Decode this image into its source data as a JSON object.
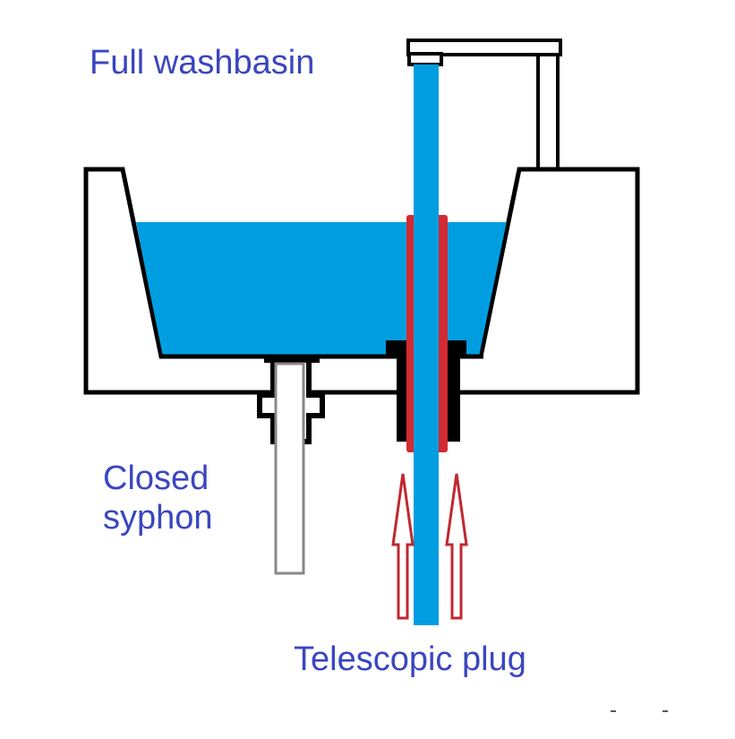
{
  "labels": {
    "full_washbasin": "Full washbasin",
    "closed_syphon": "Closed syphon",
    "telescopic_plug": "Telescopic plug"
  },
  "colors": {
    "water": "#009ee0",
    "outline": "#000000",
    "plug_tube": "#d42a32",
    "arrow": "#c02830",
    "syphon_pipe": "#888888",
    "label_text": "#3a46c0"
  },
  "components": [
    {
      "id": "faucet",
      "description": "Faucet spout above basin"
    },
    {
      "id": "water-stream",
      "description": "Water falling from faucet through plug"
    },
    {
      "id": "basin",
      "description": "Washbasin filled with water"
    },
    {
      "id": "syphon-drain",
      "description": "Closed syphon drain with pipe"
    },
    {
      "id": "telescopic-plug",
      "description": "Raised telescopic plug tube in drain"
    },
    {
      "id": "push-arrows",
      "description": "Two upward arrows indicating plug raising"
    }
  ]
}
